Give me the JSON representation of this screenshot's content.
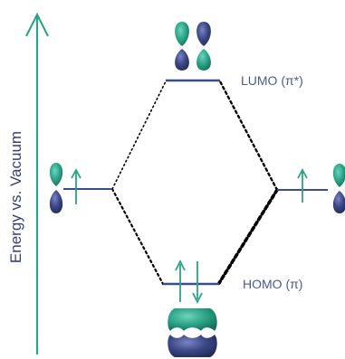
{
  "axis": {
    "label": "Energy vs. Vacuum"
  },
  "levels": {
    "lumo": {
      "label": "LUMO (π*)"
    },
    "homo": {
      "label": "HOMO (π)"
    }
  },
  "colors": {
    "teal": "#2aa386",
    "navy": "#34407a",
    "level_line": "#3b4d86",
    "label_text": "#4a5a92",
    "dots": "#000000"
  },
  "electrons": {
    "left_atom": "up",
    "right_atom": "up",
    "homo": "up-down",
    "lumo": "none"
  }
}
